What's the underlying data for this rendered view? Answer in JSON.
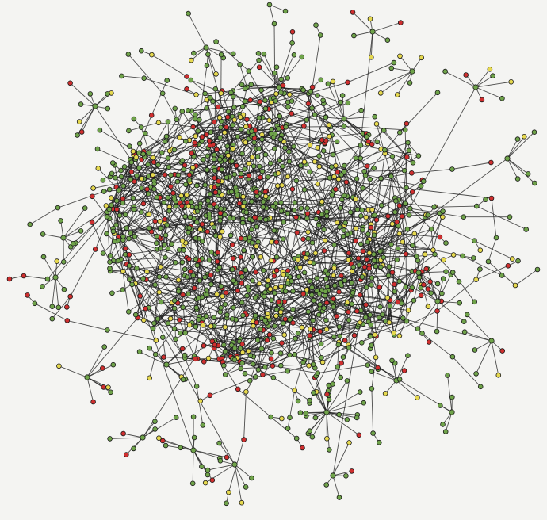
{
  "diagram": {
    "type": "network-graph",
    "node_categories": [
      {
        "key": "green",
        "color": "#6fa34a"
      },
      {
        "key": "red",
        "color": "#cf2f2f"
      },
      {
        "key": "yellow",
        "color": "#e6d94f"
      }
    ],
    "edge_color": "#1d1d1d",
    "background_color": "#f4f4f2",
    "labels": []
  }
}
